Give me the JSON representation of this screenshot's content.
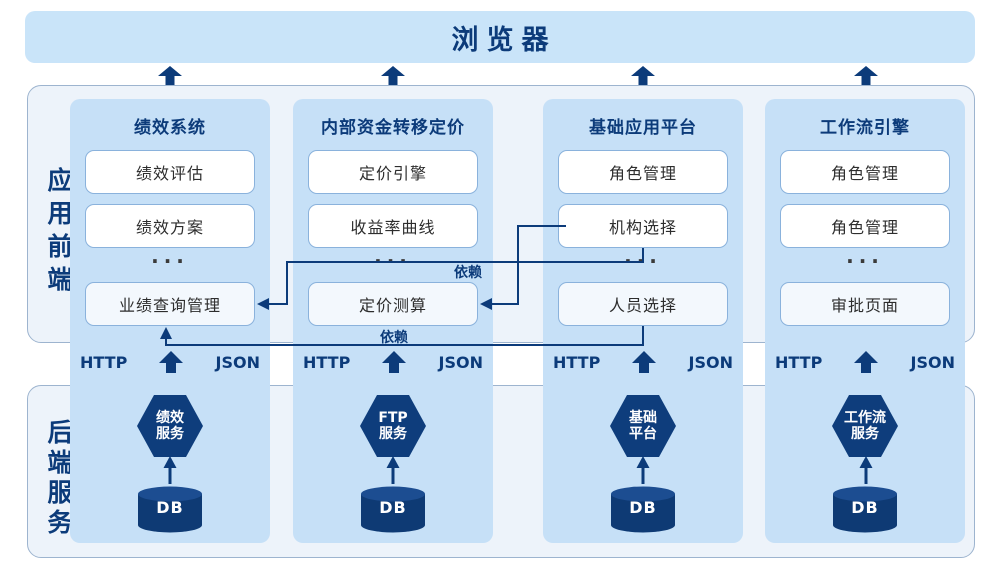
{
  "browser_bar": {
    "label": "浏览器"
  },
  "sections": {
    "frontend": {
      "label": "应用前端"
    },
    "backend": {
      "label": "后端服务"
    }
  },
  "columns": [
    {
      "title": "绩效系统",
      "modules": [
        "绩效评估",
        "绩效方案"
      ],
      "ellipsis": "···",
      "bottom_module": "业绩查询管理",
      "protocol": {
        "left": "HTTP",
        "right": "JSON"
      },
      "service": {
        "line1": "绩效",
        "line2": "服务"
      },
      "database": "DB"
    },
    {
      "title": "内部资金转移定价",
      "modules": [
        "定价引擎",
        "收益率曲线"
      ],
      "ellipsis": "···",
      "bottom_module": "定价测算",
      "protocol": {
        "left": "HTTP",
        "right": "JSON"
      },
      "service": {
        "line1": "FTP",
        "line2": "服务"
      },
      "database": "DB"
    },
    {
      "title": "基础应用平台",
      "modules": [
        "角色管理",
        "机构选择"
      ],
      "ellipsis": "···",
      "bottom_module": "人员选择",
      "protocol": {
        "left": "HTTP",
        "right": "JSON"
      },
      "service": {
        "line1": "基础",
        "line2": "平台"
      },
      "database": "DB"
    },
    {
      "title": "工作流引擎",
      "modules": [
        "角色管理",
        "角色管理"
      ],
      "ellipsis": "···",
      "bottom_module": "审批页面",
      "protocol": {
        "left": "HTTP",
        "right": "JSON"
      },
      "service": {
        "line1": "工作流",
        "line2": "服务"
      },
      "database": "DB"
    }
  ],
  "dependency_labels": [
    {
      "text": "依赖"
    },
    {
      "text": "依赖"
    }
  ],
  "dependency_edges": [
    {
      "from": "机构选择",
      "to": "定价测算"
    },
    {
      "from": "机构选择",
      "to": "业绩查询管理"
    },
    {
      "from": "人员选择",
      "to": "业绩查询管理"
    }
  ],
  "colors": {
    "navy": "#0c3b7a",
    "bar_blue": "#c9e4f9",
    "band_blue": "#c6e0f7",
    "frame_bg": "#edf3fa",
    "frame_border": "#9db4cf",
    "box_border": "#8ab2dc"
  }
}
